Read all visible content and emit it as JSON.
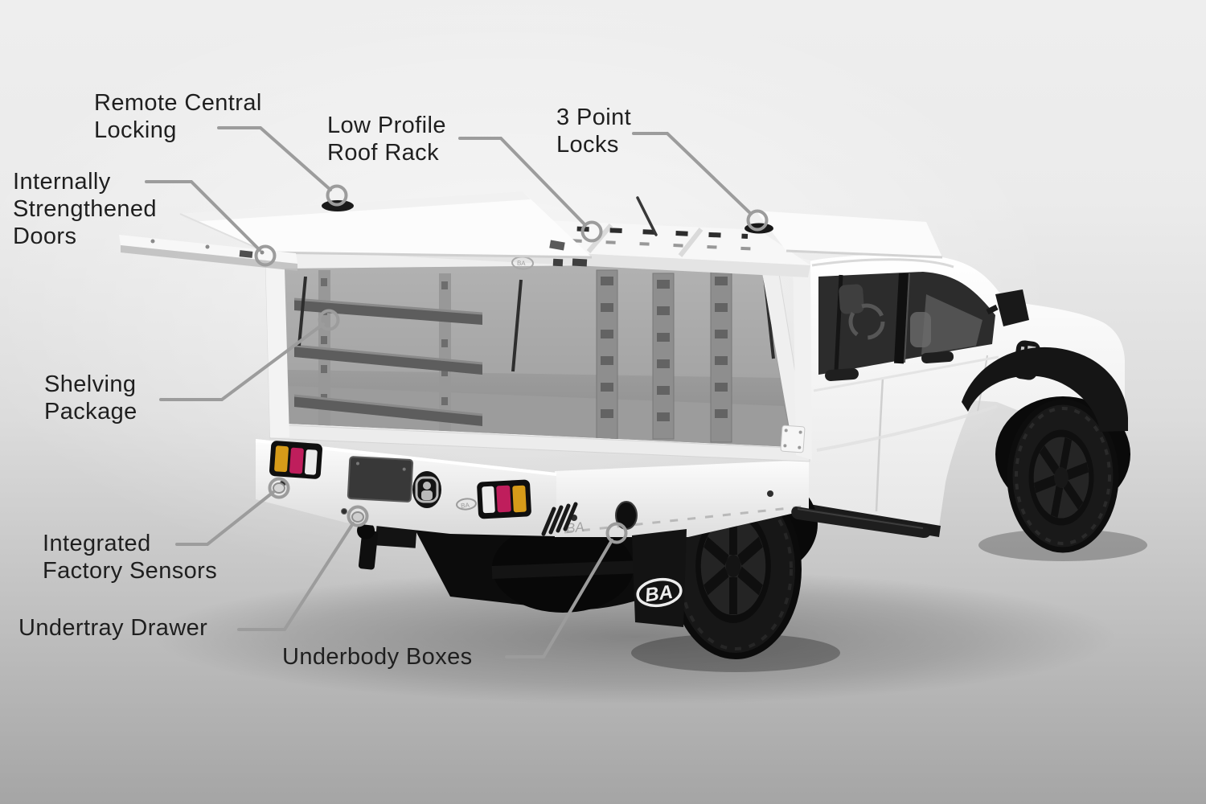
{
  "callouts": [
    {
      "id": "remote-central-locking",
      "text": "Remote Central\nLocking"
    },
    {
      "id": "low-profile-roof-rack",
      "text": "Low Profile\nRoof Rack"
    },
    {
      "id": "three-point-locks",
      "text": "3 Point\nLocks"
    },
    {
      "id": "internally-strengthened-doors",
      "text": "Internally\nStrengthened\nDoors"
    },
    {
      "id": "shelving-package",
      "text": "Shelving\nPackage"
    },
    {
      "id": "integrated-factory-sensors",
      "text": "Integrated\nFactory Sensors"
    },
    {
      "id": "undertray-drawer",
      "text": "Undertray Drawer"
    },
    {
      "id": "underbody-boxes",
      "text": "Underbody Boxes"
    }
  ],
  "branding": {
    "mudflap_logo": "BA",
    "bumper_stamp": "BA",
    "canopy_badge": "BA",
    "tray_side_logo": "BA"
  },
  "style": {
    "label_color": "#1f1f1f",
    "leader_color": "#9c9c9c",
    "background_top": "#eeeeee",
    "background_bottom": "#a5a5a5",
    "vehicle_body": "#fafafa",
    "tail_light_amber": "#d69b19",
    "tail_light_magenta": "#bf1e5c",
    "tyre_black": "#171717"
  }
}
